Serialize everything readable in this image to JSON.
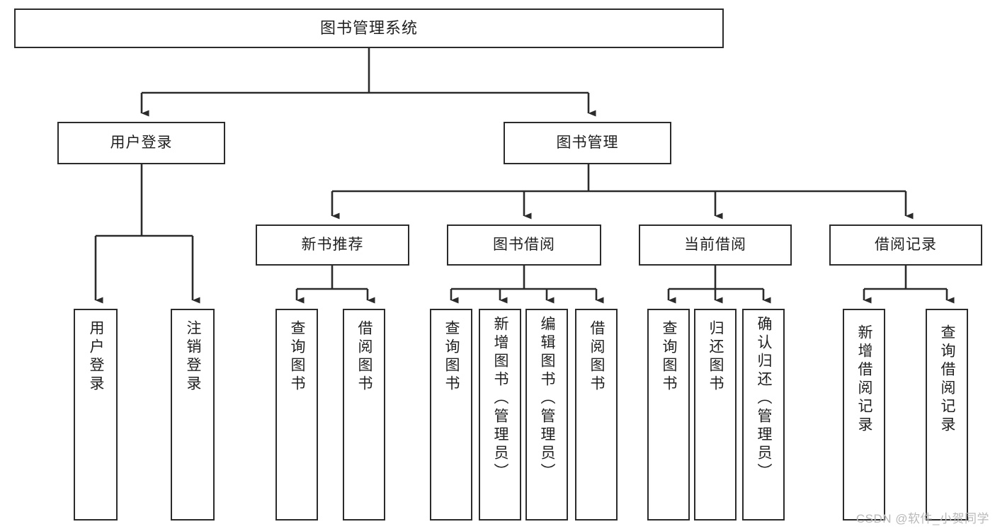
{
  "diagram": {
    "type": "tree-hierarchy-diagram",
    "title": "图书管理系统",
    "root": {
      "id": "root",
      "label": "图书管理系统"
    },
    "level1": [
      {
        "id": "user-login",
        "label": "用户登录"
      },
      {
        "id": "book-management",
        "label": "图书管理"
      }
    ],
    "level2": [
      {
        "id": "new-book-recommend",
        "label": "新书推荐",
        "parent": "book-management"
      },
      {
        "id": "book-borrow",
        "label": "图书借阅",
        "parent": "book-management"
      },
      {
        "id": "current-borrow",
        "label": "当前借阅",
        "parent": "book-management"
      },
      {
        "id": "borrow-record",
        "label": "借阅记录",
        "parent": "book-management"
      }
    ],
    "leaves": [
      {
        "id": "leaf-user-login",
        "label": "用户登录",
        "parent": "user-login"
      },
      {
        "id": "leaf-logout-login",
        "label": "注销登录",
        "parent": "user-login"
      },
      {
        "id": "leaf-query-book-1",
        "label": "查询图书",
        "parent": "new-book-recommend"
      },
      {
        "id": "leaf-borrow-book-1",
        "label": "借阅图书",
        "parent": "new-book-recommend"
      },
      {
        "id": "leaf-query-book-2",
        "label": "查询图书",
        "parent": "book-borrow"
      },
      {
        "id": "leaf-add-book",
        "label": "新增图书（管理员）",
        "parent": "book-borrow"
      },
      {
        "id": "leaf-edit-book",
        "label": "编辑图书（管理员）",
        "parent": "book-borrow"
      },
      {
        "id": "leaf-borrow-book-2",
        "label": "借阅图书",
        "parent": "book-borrow"
      },
      {
        "id": "leaf-query-book-3",
        "label": "查询图书",
        "parent": "current-borrow"
      },
      {
        "id": "leaf-return-book",
        "label": "归还图书",
        "parent": "current-borrow"
      },
      {
        "id": "leaf-confirm-return",
        "label": "确认归还（管理员）",
        "parent": "current-borrow"
      },
      {
        "id": "leaf-add-record",
        "label": "新增借阅记录",
        "parent": "borrow-record"
      },
      {
        "id": "leaf-query-record",
        "label": "查询借阅记录",
        "parent": "borrow-record"
      }
    ]
  },
  "watermark": {
    "text": "CSDN @软件_小贺同学"
  },
  "colors": {
    "stroke": "#2b2b2b",
    "background": "#ffffff",
    "text": "#1f1f1f",
    "watermark": "#b9b9b9"
  }
}
